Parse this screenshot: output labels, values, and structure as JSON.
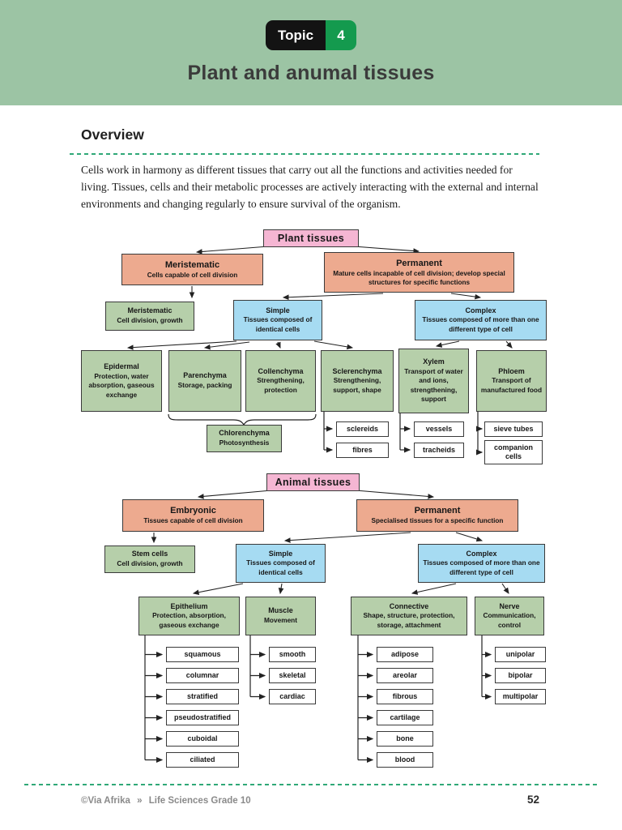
{
  "header": {
    "topic_label": "Topic",
    "topic_number": "4",
    "title": "Plant and anumal tissues"
  },
  "overview": {
    "heading": "Overview",
    "paragraph": "Cells work in harmony as different tissues that carry out all the functions and activities needed for living. Tissues, cells and their metabolic processes are actively interacting with the external and internal environments and changing regularly to ensure survival of the organism."
  },
  "plant": {
    "root_label": "Plant tissues",
    "meristematic": {
      "title": "Meristematic",
      "sub": "Cells capable of cell division"
    },
    "permanent": {
      "title": "Permanent",
      "sub": "Mature cells incapable of cell division; develop special structures for specific functions"
    },
    "meristematic_tissue": {
      "title": "Meristematic",
      "sub": "Cell division, growth"
    },
    "simple": {
      "title": "Simple",
      "sub": "Tissues composed of identical cells"
    },
    "complex": {
      "title": "Complex",
      "sub": "Tissues composed of more than one different type of cell"
    },
    "epidermal": {
      "title": "Epidermal",
      "sub": "Protection, water absorption, gaseous exchange"
    },
    "parenchyma": {
      "title": "Parenchyma",
      "sub": "Storage, packing"
    },
    "collenchyma": {
      "title": "Collenchyma",
      "sub": "Strengthening, protection"
    },
    "sclerenchyma": {
      "title": "Sclerenchyma",
      "sub": "Strengthening, support, shape"
    },
    "xylem": {
      "title": "Xylem",
      "sub": "Transport of water and ions, strengthening, support"
    },
    "phloem": {
      "title": "Phloem",
      "sub": "Transport of manufactured food"
    },
    "chlorenchyma": {
      "title": "Chlorenchyma",
      "sub": "Photosynthesis"
    },
    "sclerenchyma_types": [
      "sclereids",
      "fibres"
    ],
    "xylem_types": [
      "vessels",
      "tracheids"
    ],
    "phloem_types": [
      "sieve tubes",
      "companion cells"
    ]
  },
  "animal": {
    "root_label": "Animal tissues",
    "embryonic": {
      "title": "Embryonic",
      "sub": "Tissues capable of cell division"
    },
    "permanent": {
      "title": "Permanent",
      "sub": "Specialised tissues for a specific function"
    },
    "stem_cells": {
      "title": "Stem cells",
      "sub": "Cell division, growth"
    },
    "simple": {
      "title": "Simple",
      "sub": "Tissues composed of identical cells"
    },
    "complex": {
      "title": "Complex",
      "sub": "Tissues composed of more than one different type of cell"
    },
    "epithelium": {
      "title": "Epithelium",
      "sub": "Protection, absorption, gaseous exchange"
    },
    "muscle": {
      "title": "Muscle",
      "sub": "Movement"
    },
    "connective": {
      "title": "Connective",
      "sub": "Shape, structure, protection, storage, attachment"
    },
    "nerve": {
      "title": "Nerve",
      "sub": "Communication, control"
    },
    "epithelium_types": [
      "squamous",
      "columnar",
      "stratified",
      "pseudostratified",
      "cuboidal",
      "ciliated"
    ],
    "muscle_types": [
      "smooth",
      "skeletal",
      "cardiac"
    ],
    "connective_types": [
      "adipose",
      "areolar",
      "fibrous",
      "cartilage",
      "bone",
      "blood"
    ],
    "nerve_types": [
      "unipolar",
      "bipolar",
      "multipolar"
    ]
  },
  "footer": {
    "copyright": "©Via Afrika",
    "separator": "»",
    "book_title": "Life Sciences Grade 10",
    "page_number": "52"
  },
  "colors": {
    "header_bg": "#9cc4a4",
    "badge_green": "#149a4e",
    "badge_black": "#131313",
    "pink": "#f5b6d3",
    "salmon": "#edaa8f",
    "node_green": "#b6cfaa",
    "node_blue": "#a6dbf2",
    "divider_green": "#2fa877"
  }
}
